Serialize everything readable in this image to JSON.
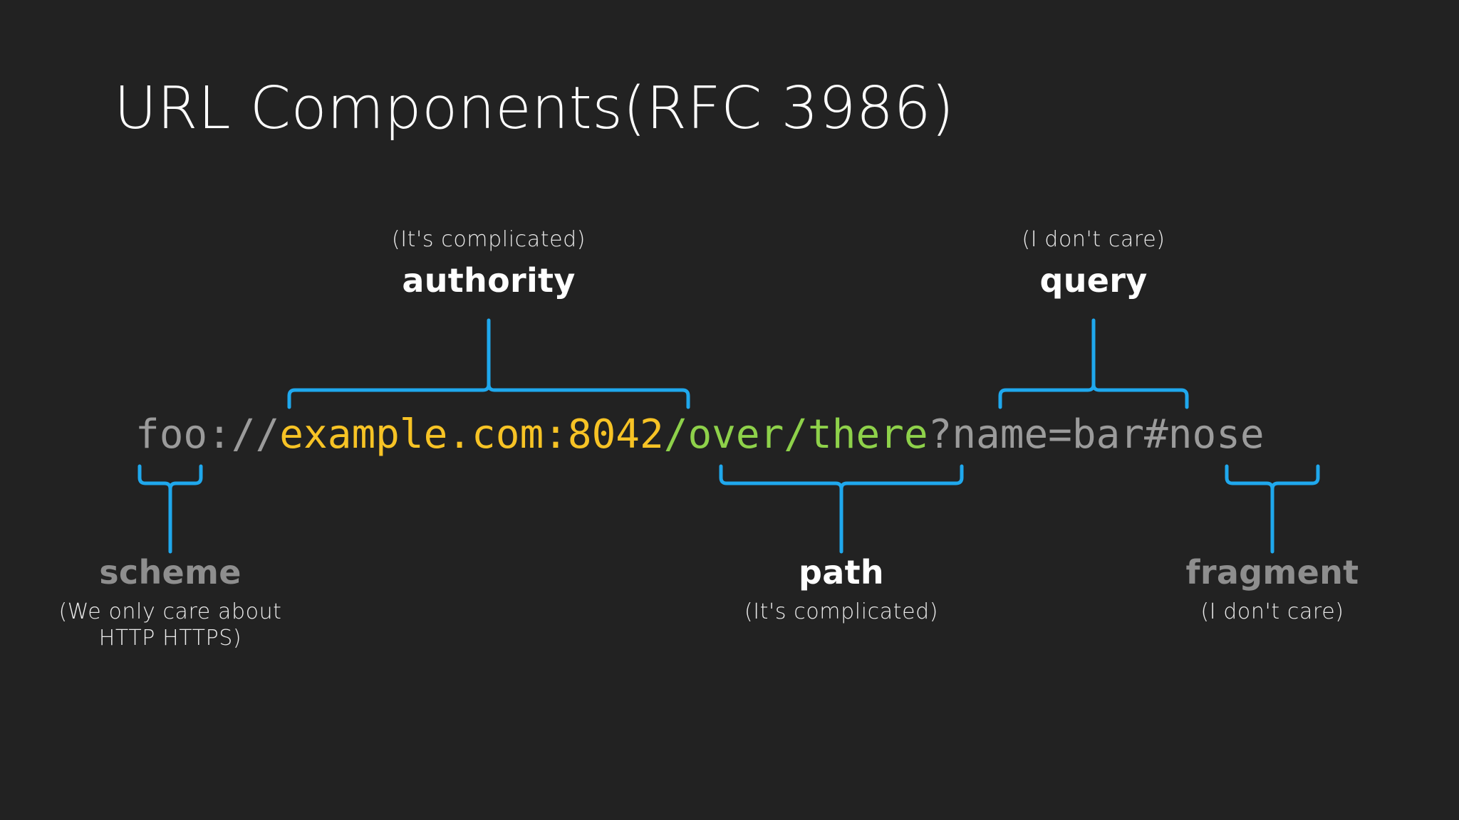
{
  "slide": {
    "title": "URL Components(RFC 3986)",
    "background_color": "#222222",
    "bracket_color": "#1fa8ed"
  },
  "url": {
    "full": "foo://example.com:8042/over/there?name=bar#nose",
    "segments": [
      {
        "name": "scheme",
        "text": "foo://",
        "color": "#9b9b9b"
      },
      {
        "name": "authority",
        "text": "example.com:8042",
        "color": "#f7c325"
      },
      {
        "name": "path",
        "text": "/over/there",
        "color": "#8ed14a"
      },
      {
        "name": "query",
        "text": "?name=bar",
        "color": "#9b9b9b"
      },
      {
        "name": "fragment",
        "text": "#nose",
        "color": "#9b9b9b"
      }
    ]
  },
  "callouts": [
    {
      "id": "authority",
      "term": "authority",
      "term_color": "#ffffff",
      "caption": "(It's complicated)",
      "position": "top"
    },
    {
      "id": "query",
      "term": "query",
      "term_color": "#ffffff",
      "caption": "(I don't care)",
      "position": "top"
    },
    {
      "id": "scheme",
      "term": "scheme",
      "term_color": "#8e8e8e",
      "caption_line1": "(We only care about",
      "caption_line2": "HTTP HTTPS)",
      "position": "bottom"
    },
    {
      "id": "path",
      "term": "path",
      "term_color": "#ffffff",
      "caption": "(It's complicated)",
      "position": "bottom"
    },
    {
      "id": "fragment",
      "term": "fragment",
      "term_color": "#8e8e8e",
      "caption": "(I don't care)",
      "position": "bottom"
    }
  ]
}
